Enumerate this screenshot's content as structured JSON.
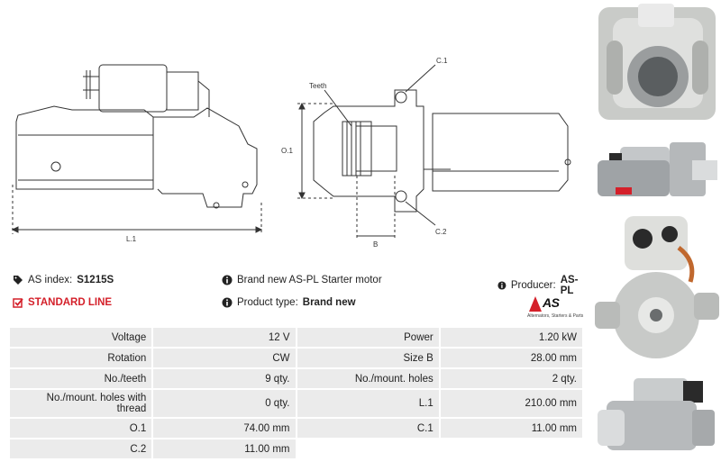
{
  "drawing": {
    "labels": {
      "l1": "L.1",
      "teeth": "Teeth",
      "c1": "C.1",
      "o1": "O.1",
      "c2": "C.2",
      "b": "B"
    }
  },
  "info": {
    "as_index_label": "AS index:",
    "as_index_value": "S1215S",
    "line_label": "STANDARD LINE",
    "description": "Brand new AS-PL Starter motor",
    "product_type_label": "Product type:",
    "product_type_value": "Brand new",
    "producer_label": "Producer:",
    "producer_value": "AS-PL",
    "logo_text": "AS",
    "logo_sub": "Alternators, Starters & Parts"
  },
  "specs": [
    {
      "l1": "Voltage",
      "v1": "12 V",
      "l2": "Power",
      "v2": "1.20 kW"
    },
    {
      "l1": "Rotation",
      "v1": "CW",
      "l2": "Size B",
      "v2": "28.00 mm"
    },
    {
      "l1": "No./teeth",
      "v1": "9 qty.",
      "l2": "No./mount. holes",
      "v2": "2 qty."
    },
    {
      "l1": "No./mount. holes with thread",
      "v1": "0 qty.",
      "l2": "L.1",
      "v2": "210.00 mm"
    },
    {
      "l1": "O.1",
      "v1": "74.00 mm",
      "l2": "C.1",
      "v2": "11.00 mm"
    },
    {
      "l1": "C.2",
      "v1": "11.00 mm",
      "l2": "",
      "v2": ""
    }
  ],
  "colors": {
    "accent_red": "#d4202a",
    "cell_bg": "#ebebeb"
  }
}
